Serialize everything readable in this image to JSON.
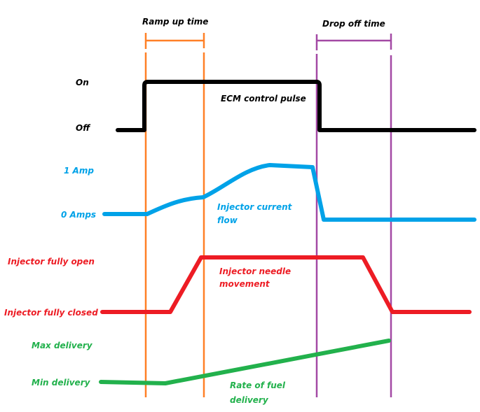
{
  "title_annotations": {
    "ramp_up": "Ramp up time",
    "drop_off": "Drop off time"
  },
  "ecm": {
    "label": "ECM control pulse",
    "on": "On",
    "off": "Off"
  },
  "current": {
    "label_line1": "Injector current",
    "label_line2": "flow",
    "high": "1 Amp",
    "low": "0 Amps"
  },
  "needle": {
    "label_line1": "Injector needle",
    "label_line2": "movement",
    "high": "Injector fully open",
    "low": "Injector fully closed"
  },
  "fuel": {
    "label_line1": "Rate of fuel",
    "label_line2": "delivery",
    "high": "Max delivery",
    "low": "Min delivery"
  },
  "colors": {
    "ramp": "#ff8027",
    "drop": "#a349a4",
    "ecm": "#000000",
    "current": "#00a2e8",
    "needle": "#ed1c24",
    "fuel": "#22b14c"
  }
}
